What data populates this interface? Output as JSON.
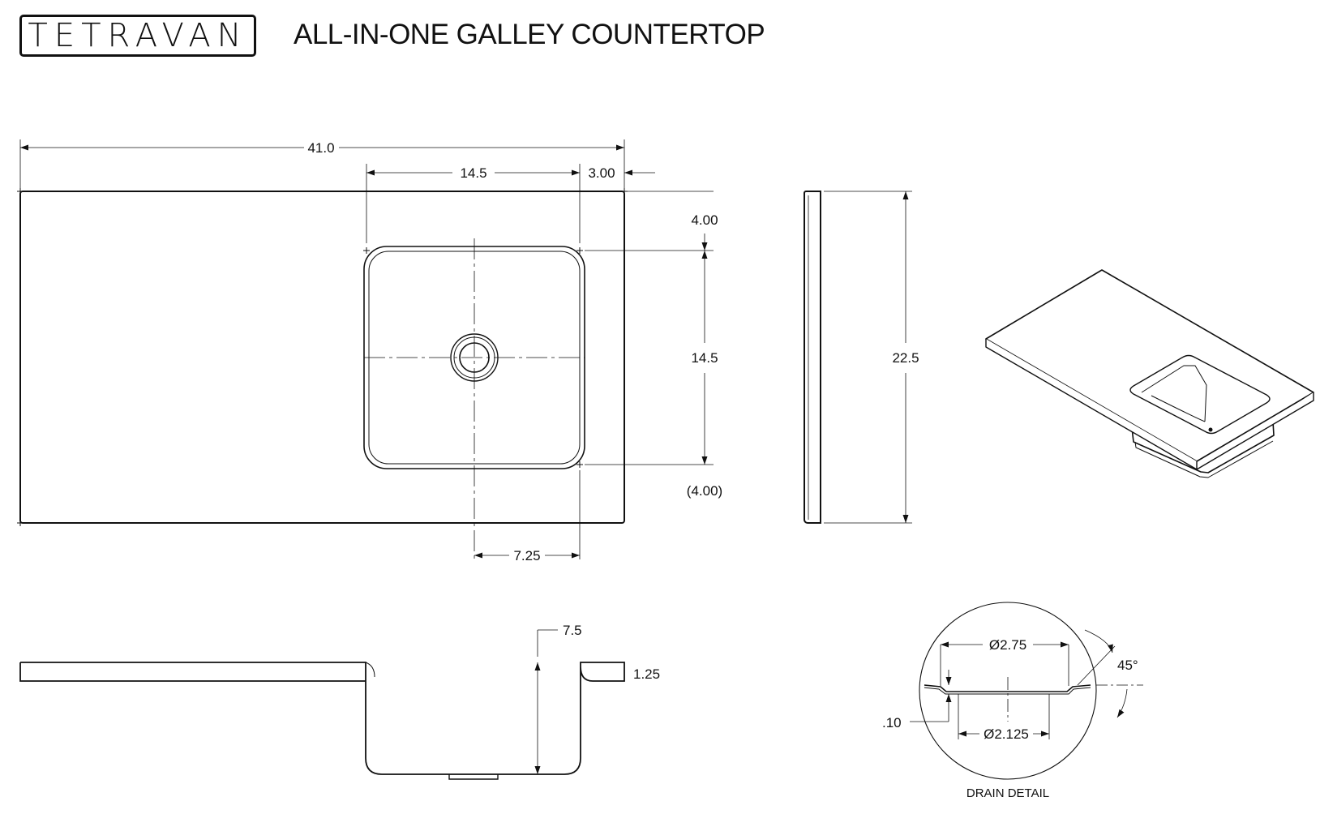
{
  "brand": {
    "logo": "TETRAVAN"
  },
  "title": "ALL-IN-ONE GALLEY COUNTERTOP",
  "dimensions": {
    "overall_width": "41.0",
    "sink_width": "14.5",
    "right_margin": "3.00",
    "top_margin": "4.00",
    "sink_depth_plan": "14.5",
    "bottom_margin": "(4.00)",
    "drain_offset": "7.25",
    "overall_depth": "22.5",
    "bowl_depth": "7.5",
    "thickness": "1.25"
  },
  "drain_detail": {
    "label": "DRAIN DETAIL",
    "outer_diameter": "Ø2.75",
    "inner_diameter": "Ø2.125",
    "flange_thickness": ".10",
    "angle": "45°"
  },
  "colors": {
    "line": "#111111",
    "background": "#ffffff"
  }
}
